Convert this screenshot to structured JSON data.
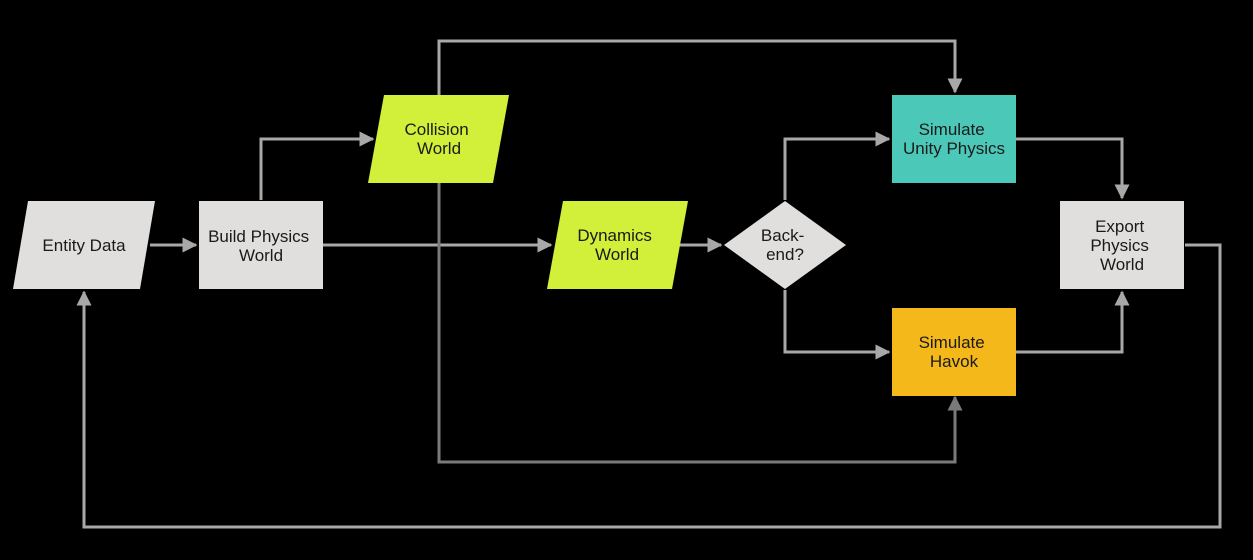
{
  "nodes": {
    "entity_data": {
      "lines": [
        "Entity Data"
      ]
    },
    "build_physics_world": {
      "lines": [
        "Build Physics",
        "World"
      ]
    },
    "collision_world": {
      "lines": [
        "Collision",
        "World"
      ]
    },
    "dynamics_world": {
      "lines": [
        "Dynamics",
        "World"
      ]
    },
    "backend_decision": {
      "lines": [
        "Back-",
        "end?"
      ]
    },
    "simulate_unity_physics": {
      "lines": [
        "Simulate",
        "Unity Physics"
      ]
    },
    "simulate_havok": {
      "lines": [
        "Simulate",
        "Havok"
      ]
    },
    "export_physics_world": {
      "lines": [
        "Export",
        "Physics",
        "World"
      ]
    }
  },
  "colors": {
    "background": "#000000",
    "process_box": "#e0dfdd",
    "world_data": "#d2f03a",
    "unity_physics": "#4cc8b8",
    "havok": "#f5b81a",
    "connector": "#a8a8a8",
    "connector_dim": "#7a7a7a",
    "text": "#1a1a1a"
  }
}
